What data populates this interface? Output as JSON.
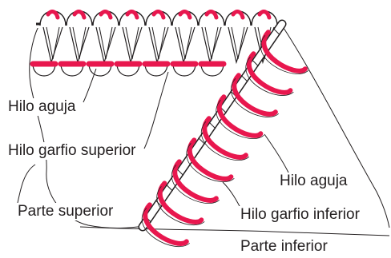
{
  "labels": {
    "needle_thread_top": "Hilo aguja",
    "upper_looper_thread": "Hilo garfio superior",
    "upper_part": "Parte superior",
    "needle_thread_right": "Hilo aguja",
    "lower_looper_thread": "Hilo garfio inferior",
    "lower_part": "Parte inferior"
  },
  "colors": {
    "thread_red": "#e8174e",
    "outline": "#231f20",
    "background": "#ffffff"
  }
}
